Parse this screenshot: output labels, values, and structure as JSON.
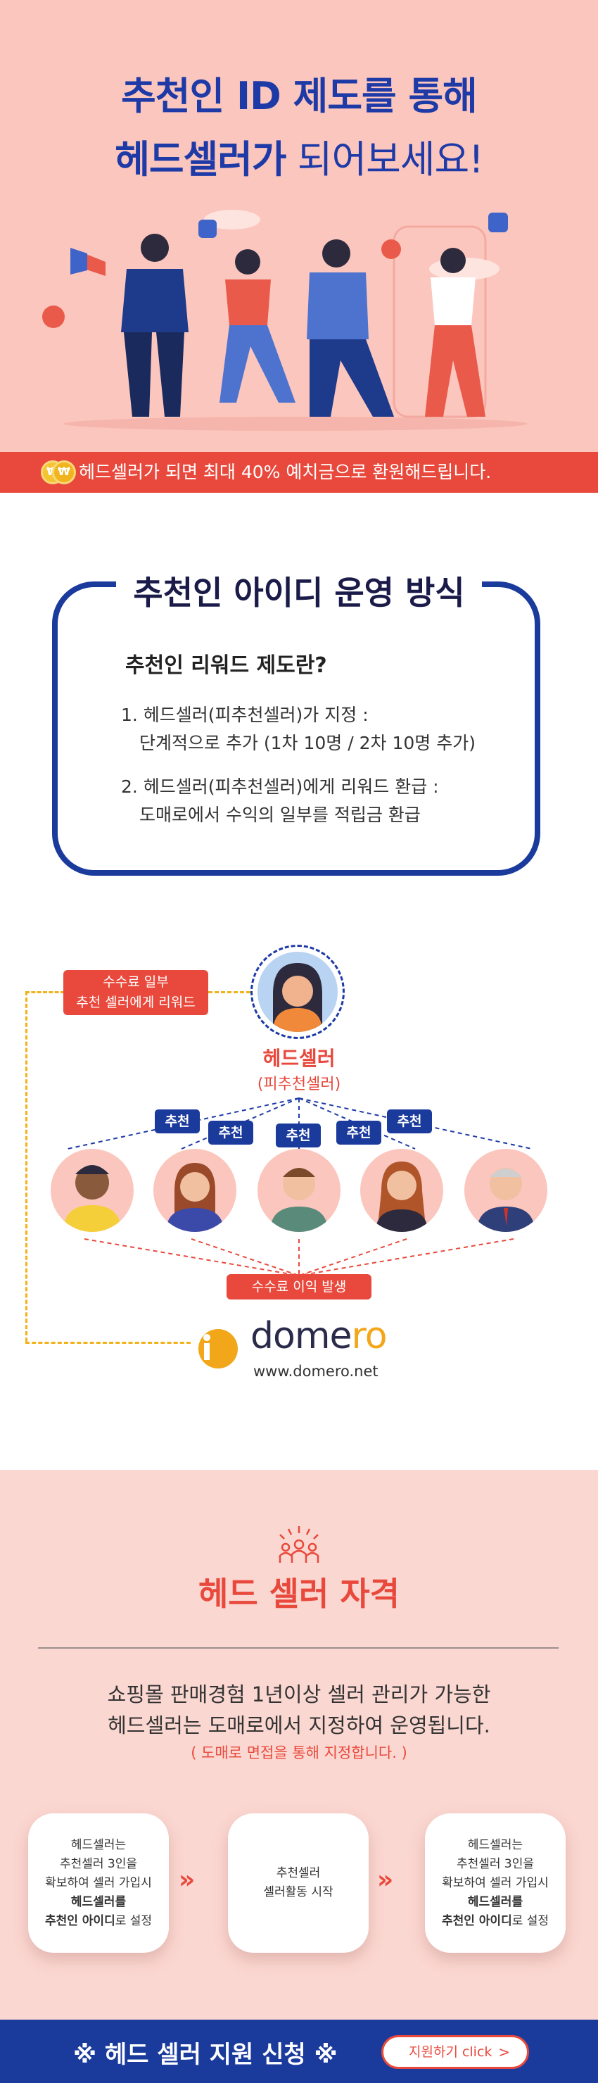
{
  "hero": {
    "title_line1": "추천인 ID 제도를 통해",
    "title_line2_bold": "헤드셀러가",
    "title_line2_rest": " 되어보세요!",
    "banner": "헤드셀러가 되면 최대 40% 예치금으로 환원해드립니다."
  },
  "method": {
    "title": "추천인 아이디 운영 방식",
    "subtitle": "추천인 리워드 제도란?",
    "item1_line1": "1. 헤드셀러(피추천셀러)가 지정 :",
    "item1_line2": "단계적으로 추가 (1차 10명 / 2차 10명 추가)",
    "item2_line1": "2. 헤드셀러(피추천셀러)에게 리워드 환급 :",
    "item2_line2": "도매로에서 수익의 일부를  적립금 환급"
  },
  "diagram": {
    "reward_line1": "수수료 일부",
    "reward_line2": "추천 셀러에게 리워드",
    "head_name": "헤드셀러",
    "head_sub": "(피추천셀러)",
    "badge": "추천",
    "fee": "수수료 이익 발생",
    "brand_main": "dome",
    "brand_accent": "ro",
    "brand_url": "www.domero.net"
  },
  "qualification": {
    "title": "헤드 셀러 자격",
    "desc1": "쇼핑몰 판매경험 1년이상 셀러 관리가 가능한",
    "desc2": "헤드셀러는 도매로에서 지정하여 운영됩니다.",
    "note": "( 도매로 면접을 통해 지정합니다. )",
    "step1": [
      "헤드셀러는",
      "추천셀러 3인을",
      "확보하여 셀러 가입시",
      "헤드셀러를",
      "추천인 아이디",
      "로 설정"
    ],
    "step2": [
      "추천셀러",
      "셀러활동 시작"
    ],
    "step3": [
      "헤드셀러는",
      "추천셀러 3인을",
      "확보하여 셀러 가입시",
      "헤드셀러를",
      "추천인 아이디",
      "로 설정"
    ],
    "chevrons": "»"
  },
  "footer": {
    "title": "※ 헤드 셀러 지원 신청 ※",
    "button": "지원하기 click",
    "button_arrow": ">"
  }
}
